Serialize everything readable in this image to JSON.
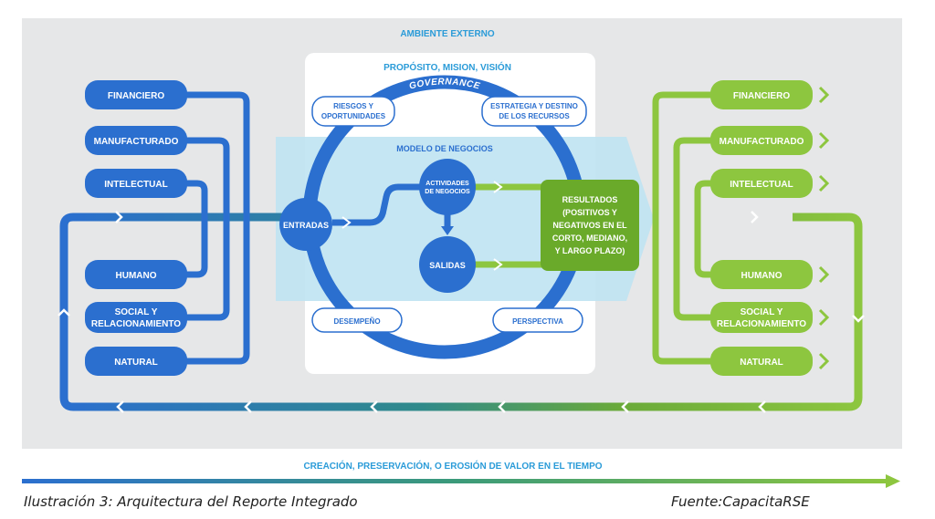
{
  "ambiente": "AMBIENTE EXTERNO",
  "proposito": "PROPÓSITO, MISION, VISIÓN",
  "governance": "GOVERNANCE",
  "riesgos": [
    "RIESGOS Y",
    "OPORTUNIDADES"
  ],
  "estrategia": [
    "ESTRATEGIA Y DESTINO",
    "DE LOS RECURSOS"
  ],
  "modelo": "MODELO DE NEGOCIOS",
  "entradas": "ENTRADAS",
  "actividades": [
    "ACTIVIDADES",
    "DE NEGOCIOS"
  ],
  "salidas": "SALIDAS",
  "resultados": [
    "RESULTADOS",
    "(POSITIVOS Y",
    "NEGATIVOS EN EL",
    "CORTO, MEDIANO,",
    "Y LARGO PLAZO)"
  ],
  "desempeno": "DESEMPEÑO",
  "perspectiva": "PERSPECTIVA",
  "left_capitals": [
    [
      "FINANCIERO"
    ],
    [
      "MANUFACTURADO"
    ],
    [
      "INTELECTUAL"
    ],
    [
      "HUMANO"
    ],
    [
      "SOCIAL Y",
      "RELACIONAMIENTO"
    ],
    [
      "NATURAL"
    ]
  ],
  "right_capitals": [
    [
      "FINANCIERO"
    ],
    [
      "MANUFACTURADO"
    ],
    [
      "INTELECTUAL"
    ],
    [
      "HUMANO"
    ],
    [
      "SOCIAL Y",
      "RELACIONAMIENTO"
    ],
    [
      "NATURAL"
    ]
  ],
  "creacion": "CREACIÓN, PRESERVACIÓN, O EROSIÓN DE VALOR EN EL TIEMPO",
  "caption_left": "Ilustración 3: Arquitectura del Reporte Integrado",
  "caption_right": "Fuente:CapacitaRSE",
  "colors": {
    "blue": "#2b6fcf",
    "green": "#8dc63f",
    "dark_green": "#6aaa2a",
    "bg": "#e6e7e8",
    "light_blue": "#bfe3f2",
    "title_blue": "#2a9bd8"
  }
}
